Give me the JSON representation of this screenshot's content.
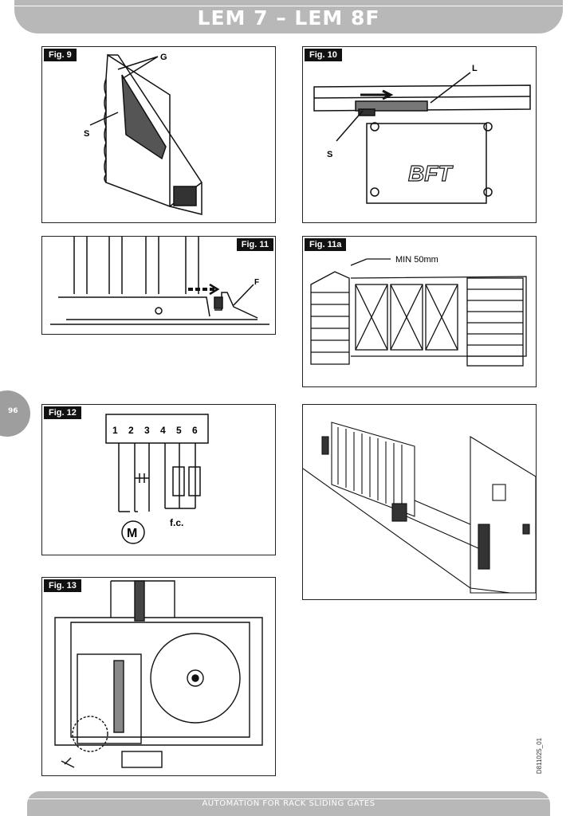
{
  "header": {
    "title": "LEM 7 – LEM 8F"
  },
  "page_number": "96",
  "footer": {
    "text": "AUTOMATION FOR RACK SLIDING GATES"
  },
  "doc_code": "D811025_01",
  "figures": {
    "fig9": {
      "label": "Fig. 9",
      "callouts": [
        "G",
        "S"
      ]
    },
    "fig10": {
      "label": "Fig. 10",
      "callouts": [
        "L",
        "S"
      ],
      "brand": "BFT"
    },
    "fig11": {
      "label": "Fig. 11",
      "callouts": [
        "F"
      ]
    },
    "fig11a": {
      "label": "Fig. 11a",
      "dimension": "MIN 50mm"
    },
    "fig12": {
      "label": "Fig. 12",
      "terminals": [
        "1",
        "2",
        "3",
        "4",
        "5",
        "6"
      ],
      "motor": "M",
      "limit": "f.c."
    },
    "fig13": {
      "label": "Fig. 13"
    }
  }
}
